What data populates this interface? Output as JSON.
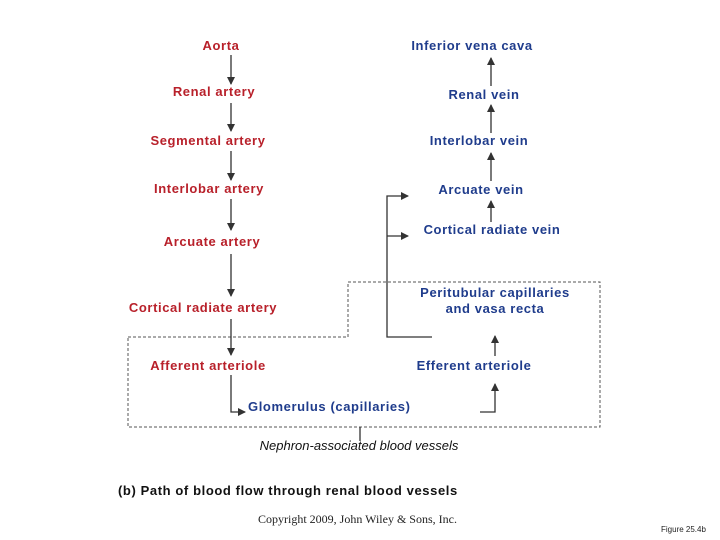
{
  "arterial": {
    "aorta": "Aorta",
    "renal_artery": "Renal artery",
    "segmental_artery": "Segmental artery",
    "interlobar_artery": "Interlobar artery",
    "arcuate_artery": "Arcuate artery",
    "cortical_radiate_artery": "Cortical radiate artery",
    "afferent_arteriole": "Afferent arteriole"
  },
  "venous": {
    "inferior_vena_cava": "Inferior vena cava",
    "renal_vein": "Renal vein",
    "interlobar_vein": "Interlobar vein",
    "arcuate_vein": "Arcuate vein",
    "cortical_radiate_vein": "Cortical radiate vein",
    "peritubular": "Peritubular capillaries and vasa recta",
    "efferent_arteriole": "Efferent arteriole"
  },
  "glomerulus": "Glomerulus (capillaries)",
  "nephron_label": "Nephron-associated blood vessels",
  "panel_caption": "(b) Path of blood flow through renal blood vessels",
  "copyright": "Copyright 2009, John Wiley & Sons, Inc.",
  "figure_number": "Figure 25.4b",
  "colors": {
    "artery": "#b8202a",
    "vein": "#1f3c8c",
    "line": "#333333",
    "dashed": "#555555"
  }
}
